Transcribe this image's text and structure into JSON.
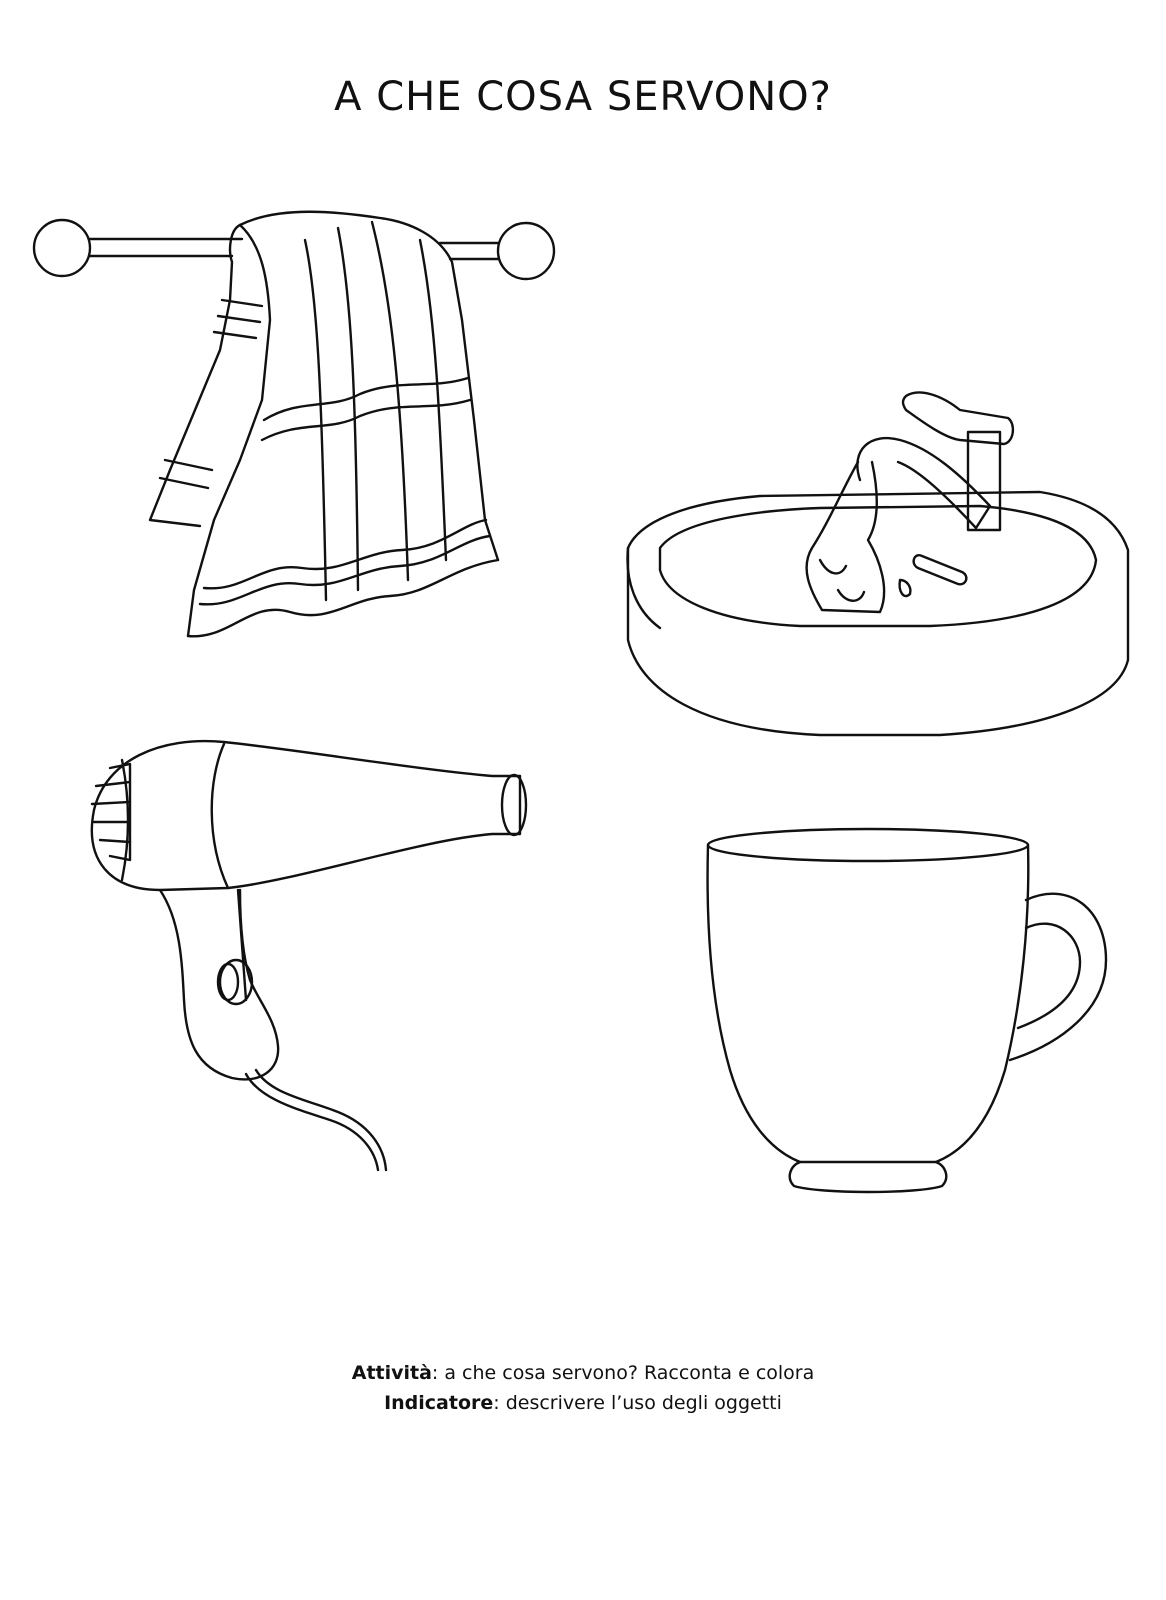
{
  "worksheet": {
    "title": "A CHE COSA SERVONO?",
    "items": [
      {
        "icon": "towel-on-rack-icon"
      },
      {
        "icon": "sink-with-tap-icon"
      },
      {
        "icon": "hair-dryer-icon"
      },
      {
        "icon": "mug-icon"
      }
    ],
    "footer": {
      "activity_label": "Attività",
      "activity_text": ": a che cosa servono? Racconta e colora",
      "indicator_label": "Indicatore",
      "indicator_text": ": descrivere l’uso degli oggetti"
    },
    "ink_color": "#111111"
  }
}
